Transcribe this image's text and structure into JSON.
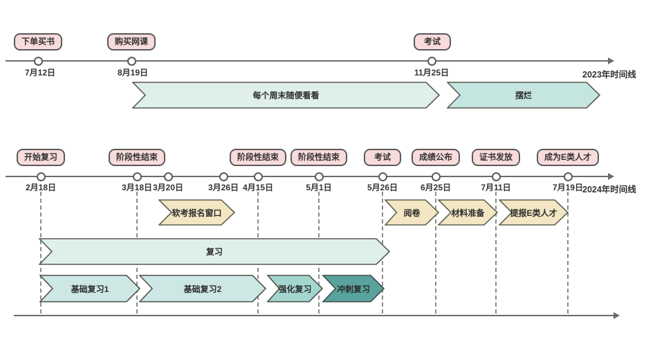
{
  "timeline_2023": {
    "axis_label": "2023年时间线",
    "milestones": [
      {
        "label": "下单买书",
        "date": "7月12日"
      },
      {
        "label": "购买网课",
        "date": "8月19日"
      },
      {
        "label": "考试",
        "date": "11月25日"
      }
    ],
    "phases": [
      {
        "label": "每个周末随便看看"
      },
      {
        "label": "摆烂"
      }
    ]
  },
  "timeline_2024": {
    "axis_label": "2024年时间线",
    "milestones": [
      {
        "label": "开始复习",
        "date": "2月18日"
      },
      {
        "label": "阶段性结束",
        "date": "3月18日"
      },
      {
        "date": "3月20日"
      },
      {
        "date": "3月26日"
      },
      {
        "label": "阶段性结束",
        "date": "4月15日"
      },
      {
        "label": "阶段性结束",
        "date": "5月1日"
      },
      {
        "label": "考试",
        "date": "5月26日"
      },
      {
        "label": "成绩公布",
        "date": "6月25日"
      },
      {
        "label": "证书发放",
        "date": "7月11日"
      },
      {
        "label": "成为E类人才",
        "date": "7月19日"
      }
    ],
    "windows": [
      {
        "label": "软考报名窗口"
      },
      {
        "label": "阅卷"
      },
      {
        "label": "材料准备"
      },
      {
        "label": "提报E类人才"
      }
    ],
    "review_phase": {
      "label": "复习"
    },
    "review_stages": [
      {
        "label": "基础复习1"
      },
      {
        "label": "基础复习2"
      },
      {
        "label": "强化复习"
      },
      {
        "label": "冲刺复习"
      }
    ]
  },
  "colors": {
    "milestone_fill": "#f8dbdb",
    "window_fill": "#f3e6c3",
    "phase_mint": "#dff0ec",
    "phase_teal_light": "#c5e5e1",
    "stage_teal": "#cde8e4",
    "stage_teal_deep": "#a3d6cf",
    "stage_teal_dark": "#58a49d",
    "axis_gray": "#6b6b6b"
  }
}
